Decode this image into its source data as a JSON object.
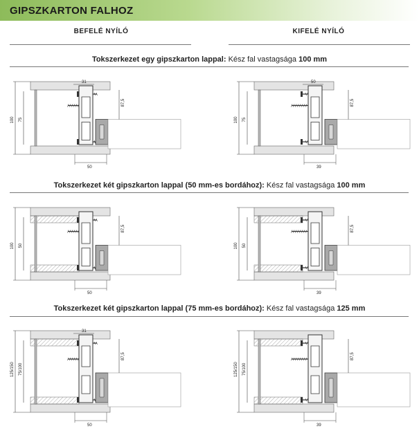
{
  "header": {
    "title": "GIPSZKARTON FALHOZ"
  },
  "columns": {
    "left": "BEFELÉ NYÍLÓ",
    "right": "KIFELÉ NYÍLÓ"
  },
  "sections": [
    {
      "title_bold": "Tokszerkezet egy gipszkarton lappal:",
      "title_light": " Kész fal vastagsága ",
      "title_value": "100 mm",
      "left": {
        "h_outer": "100",
        "h_inner": "75",
        "h_right": "87,5",
        "top_dim": "31",
        "bot_dim": "50"
      },
      "right": {
        "h_outer": "100",
        "h_inner": "75",
        "h_right": "87,5",
        "top_dim": "50",
        "bot_dim": "39"
      }
    },
    {
      "title_bold": "Tokszerkezet két gipszkarton lappal (50 mm-es bordához):",
      "title_light": " Kész fal vastagsága ",
      "title_value": "100 mm",
      "left": {
        "h_outer": "100",
        "h_inner": "50",
        "h_right": "87,5",
        "top_dim": "",
        "bot_dim": "50"
      },
      "right": {
        "h_outer": "100",
        "h_inner": "50",
        "h_right": "87,5",
        "top_dim": "",
        "bot_dim": "39"
      }
    },
    {
      "title_bold": "Tokszerkezet két gipszkarton lappal (75 mm-es bordához):",
      "title_light": " Kész fal vastagsága ",
      "title_value": "125 mm",
      "left": {
        "h_outer": "125/150",
        "h_inner": "75/100",
        "h_right": "87,5",
        "top_dim": "31",
        "bot_dim": "50"
      },
      "right": {
        "h_outer": "125/150",
        "h_inner": "75/100",
        "h_right": "87,5",
        "top_dim": "",
        "bot_dim": "39"
      }
    }
  ]
}
